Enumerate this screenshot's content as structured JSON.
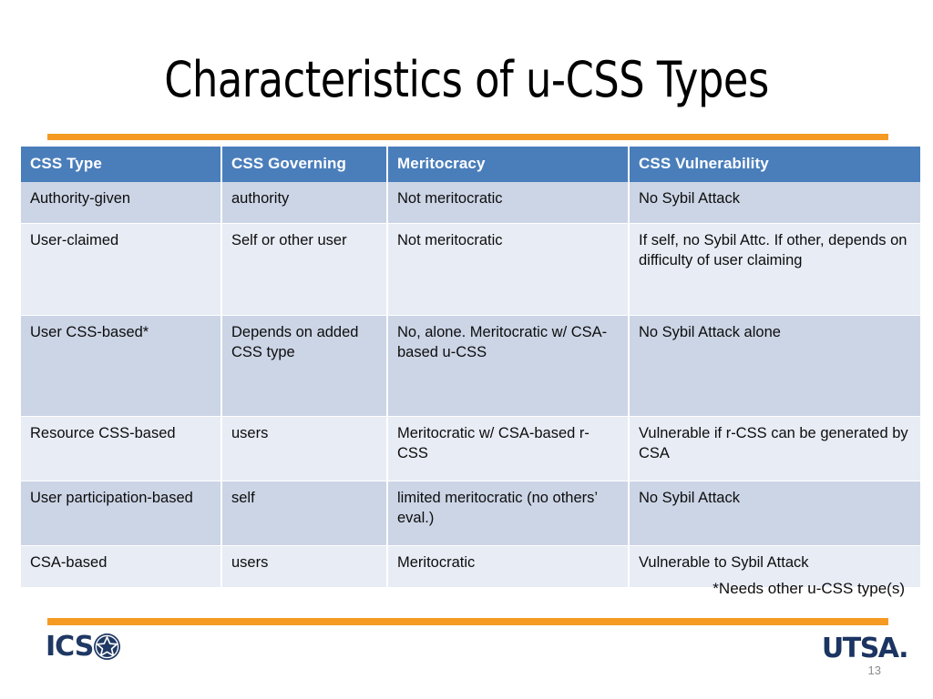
{
  "slide": {
    "title": "Characteristics of u-CSS Types",
    "page_number": "13",
    "footnote": "*Needs other u-CSS type(s)",
    "accent_orange": "#f59a23",
    "header_blue": "#4a7ebb",
    "band_dark": "#ccd5e6",
    "band_light": "#e8ecf5",
    "logo_navy": "#1f3864"
  },
  "table": {
    "headers": [
      "CSS Type",
      "CSS Governing",
      "Meritocracy",
      "CSS Vulnerability"
    ],
    "rows": [
      {
        "css_type": "Authority-given",
        "css_governing": "authority",
        "meritocracy": "Not meritocratic",
        "css_vulnerability": "No Sybil Attack"
      },
      {
        "css_type": "User-claimed",
        "css_governing": "Self or other user",
        "meritocracy": "Not meritocratic",
        "css_vulnerability": "If self, no Sybil Attc. If other, depends on difficulty of user claiming"
      },
      {
        "css_type": "User CSS-based*",
        "css_governing": "Depends on added CSS type",
        "meritocracy": "No, alone. Meritocratic w/ CSA-based u-CSS",
        "css_vulnerability": "No Sybil Attack alone"
      },
      {
        "css_type": "Resource CSS-based",
        "css_governing": "users",
        "meritocracy": "Meritocratic w/ CSA-based r-CSS",
        "css_vulnerability": "Vulnerable if r-CSS can be generated by CSA"
      },
      {
        "css_type": "User participation-based",
        "css_governing": "self",
        "meritocracy": "limited meritocratic (no others’ eval.)",
        "css_vulnerability": "No Sybil Attack"
      },
      {
        "css_type": "CSA-based",
        "css_governing": "users",
        "meritocracy": "Meritocratic",
        "css_vulnerability": "Vulnerable to Sybil Attack"
      }
    ]
  },
  "footer": {
    "ics_label": "ICS",
    "utsa_label": "UTSA"
  }
}
